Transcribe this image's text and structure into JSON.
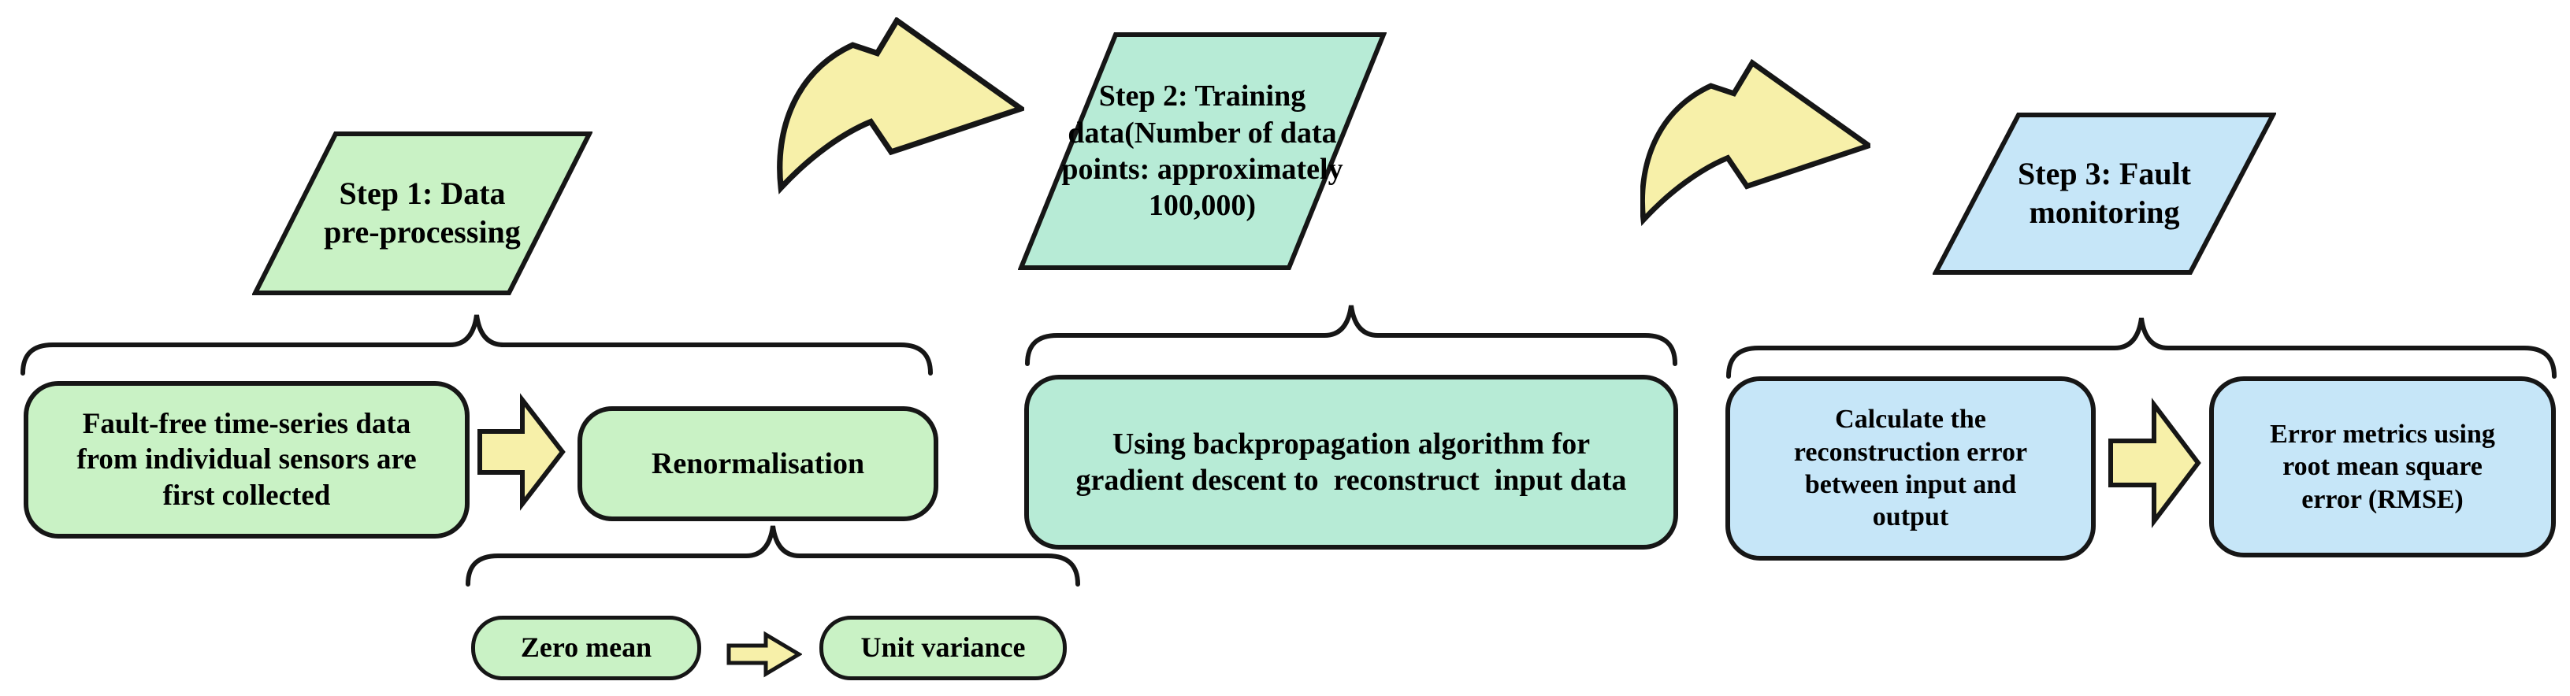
{
  "palette": {
    "green": "#c9f2c5",
    "teal": "#b7ebd6",
    "blue": "#c6e6f8",
    "yellow": "#f7f0a9",
    "ink": "#161616"
  },
  "parallelograms": [
    {
      "id": "step-1",
      "lines": [
        "Step 1: Data",
        "pre-processing"
      ]
    },
    {
      "id": "step-2",
      "lines": [
        "Step 2: Training",
        "data(Number of data",
        "points: approximately",
        "100,000)"
      ]
    },
    {
      "id": "step-3",
      "lines": [
        "Step 3: Fault",
        "monitoring"
      ]
    }
  ],
  "boxes": [
    {
      "id": "collect",
      "lines": [
        "Fault-free time-series data",
        "from individual sensors are",
        "first collected"
      ]
    },
    {
      "id": "renormalisation",
      "lines": [
        "Renormalisation"
      ]
    },
    {
      "id": "backprop",
      "lines": [
        "Using backpropagation algorithm for",
        "gradient descent to  reconstruct  input data"
      ]
    },
    {
      "id": "recon-error",
      "lines": [
        "Calculate the",
        "reconstruction error",
        "between input and",
        "output"
      ]
    },
    {
      "id": "error-metrics",
      "lines": [
        "Error metrics using",
        "root mean square",
        "error (RMSE)"
      ]
    },
    {
      "id": "zero-mean",
      "lines": [
        "Zero mean"
      ]
    },
    {
      "id": "unit-variance",
      "lines": [
        "Unit variance"
      ]
    }
  ]
}
